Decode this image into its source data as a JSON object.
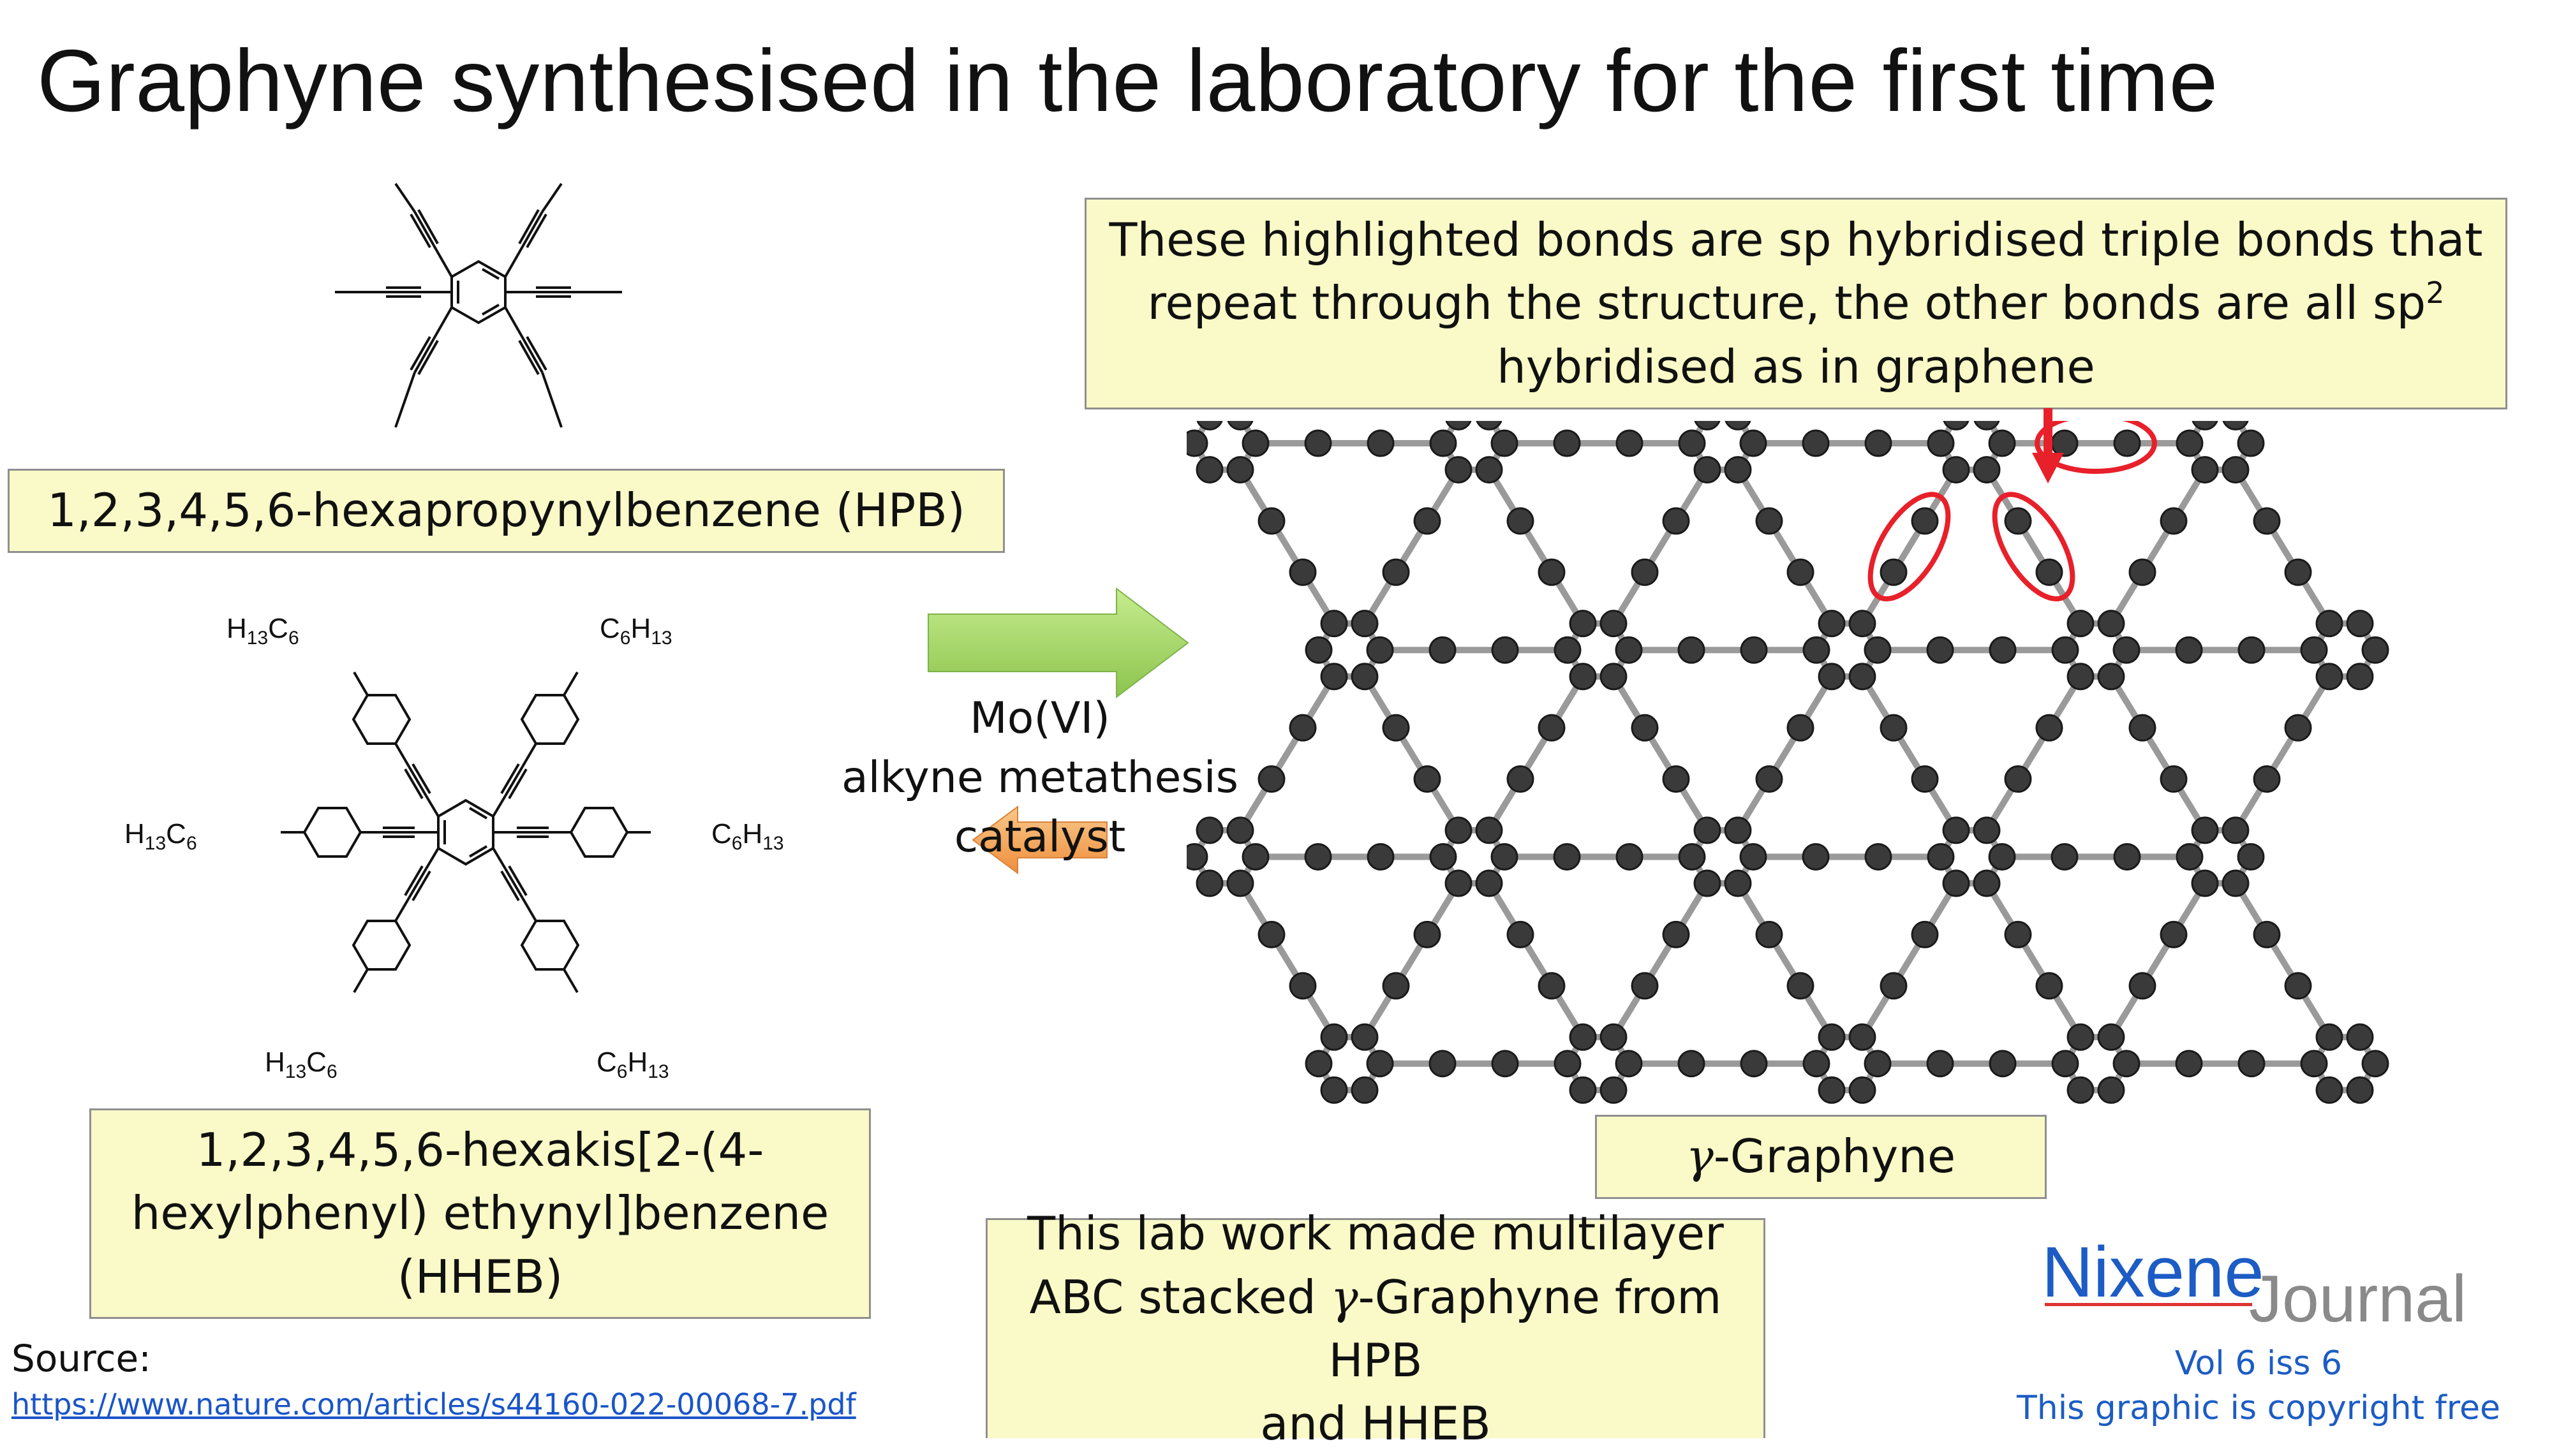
{
  "slide": {
    "title": "Graphyne synthesised in the laboratory for the first time"
  },
  "hpb": {
    "name": "1,2,3,4,5,6-hexapropynylbenzene (HPB)"
  },
  "hheb": {
    "name_line1": "1,2,3,4,5,6-hexakis[2-(4-",
    "name_line2": "hexylphenyl) ethynyl]benzene",
    "name_line3": "(HHEB)",
    "substituent_h13c6": "H",
    "substituent_c6h13": "C",
    "sub_13": "13",
    "sub_6": "6",
    "letter_c": "C",
    "letter_h": "H"
  },
  "reaction": {
    "catalyst_line1": "Mo(VI)",
    "catalyst_line2": "alkyne metathesis catalyst",
    "forward_arrow_color": "#a8d66a",
    "reverse_arrow_color": "#f4a860"
  },
  "callout": {
    "line1": "These highlighted bonds are sp hybridised triple bonds that",
    "line2": "repeat through the structure, the other bonds are all sp",
    "line2_sup": "2",
    "line3": "hybridised as in graphene"
  },
  "graphyne": {
    "label_symbol": "γ",
    "label_text": "-Graphyne",
    "atom_color": "#3a3a3a",
    "bond_color": "#9a9a9a",
    "highlight_color": "#e8202a"
  },
  "conclusion": {
    "line1": "This lab work made multilayer",
    "line2_pre": "ABC stacked ",
    "line2_symbol": "γ",
    "line2_post": "-Graphyne from HPB",
    "line3": "and HHEB"
  },
  "source": {
    "label": "Source:",
    "url": "https://www.nature.com/articles/s44160-022-00068-7.pdf"
  },
  "branding": {
    "nixene": "Nixene",
    "journal": "Journal",
    "issue": "Vol 6 iss 6",
    "copyright": "This graphic is copyright free",
    "nixene_color": "#1c5cc4"
  }
}
